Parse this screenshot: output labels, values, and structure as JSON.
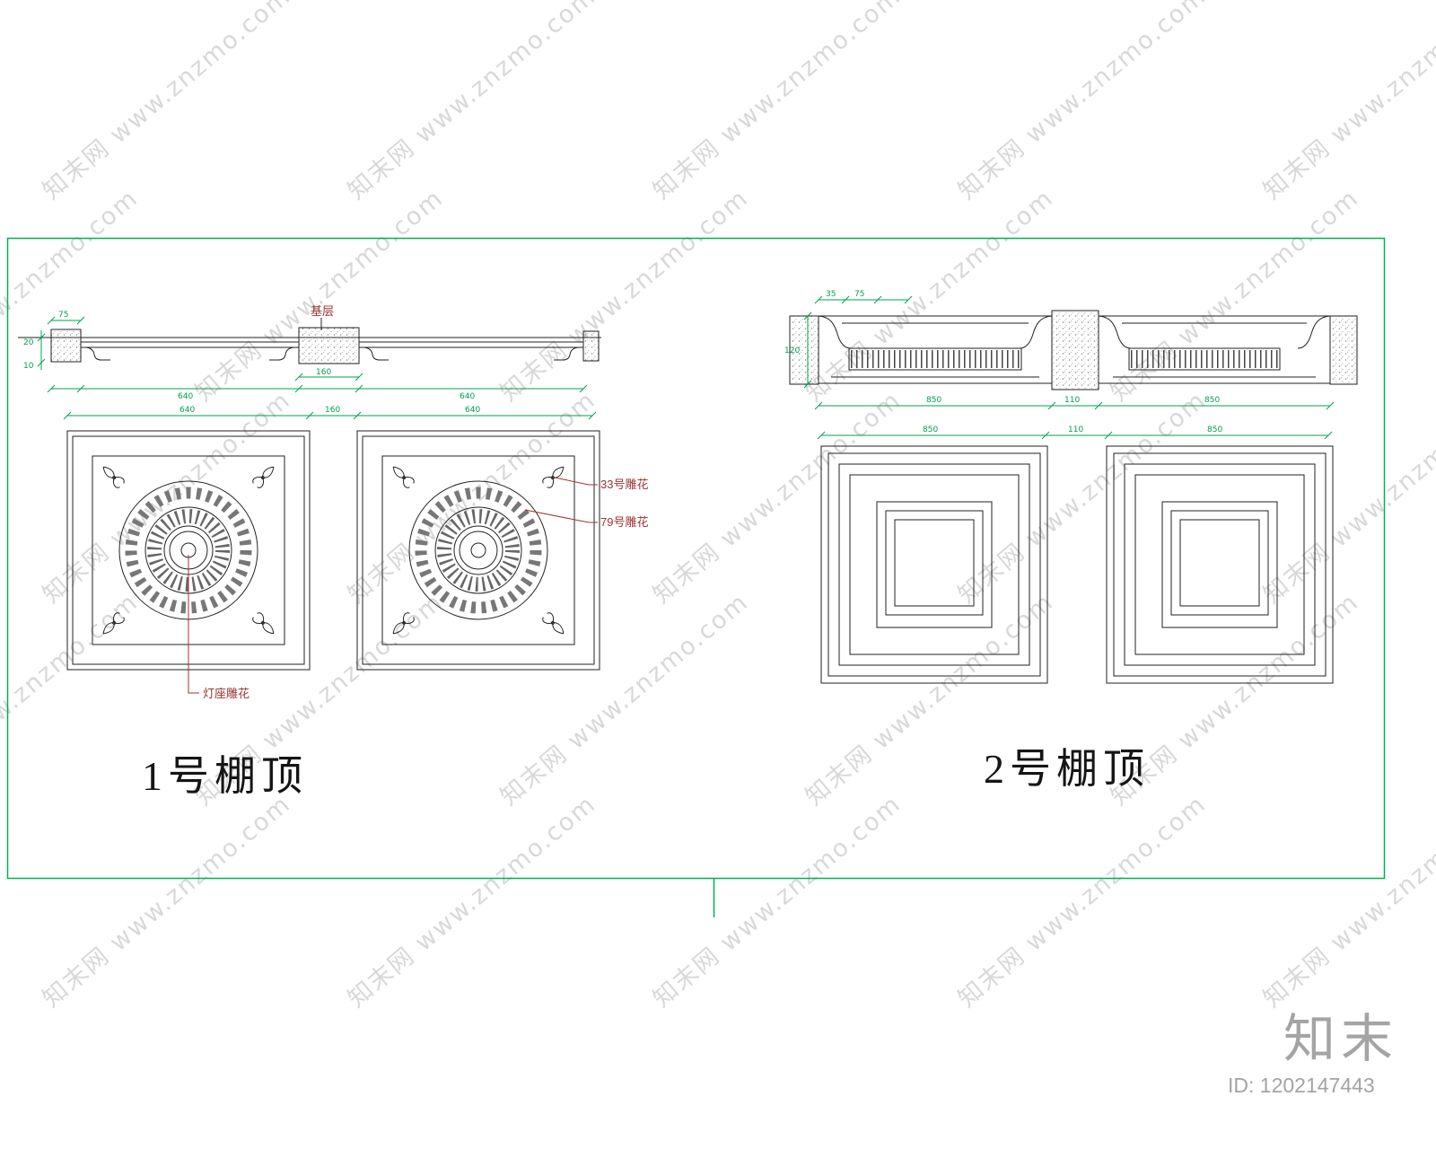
{
  "watermark": {
    "text": "知末网 www.znzmo.com"
  },
  "drawing1": {
    "title": "1号棚顶",
    "base_layer_label": "基层",
    "annotations": {
      "carving33": "33号雕花",
      "carving79": "79号雕花",
      "lamp_base": "灯座雕花"
    },
    "dims": {
      "overall": [
        "640",
        "160",
        "640"
      ],
      "section_bottom": [
        "640",
        "160",
        "640"
      ],
      "section_left": [
        "20",
        "10"
      ],
      "section_top": "75"
    }
  },
  "drawing2": {
    "title": "2号棚顶",
    "dims": {
      "overall": [
        "850",
        "110",
        "850"
      ],
      "section_bottom": [
        "850",
        "110",
        "850"
      ],
      "section_top": [
        "35",
        "75"
      ],
      "section_left": "120"
    }
  },
  "footer": {
    "logo": "知末",
    "id_text": "ID: 1202147443"
  },
  "colors": {
    "frame_green": "#00b050",
    "dim_green": "#00a050",
    "annotation_red": "#9c3333",
    "line": "#222222",
    "watermark_gray": "#c8c8c8",
    "logo_gray": "#a4a4a4"
  }
}
